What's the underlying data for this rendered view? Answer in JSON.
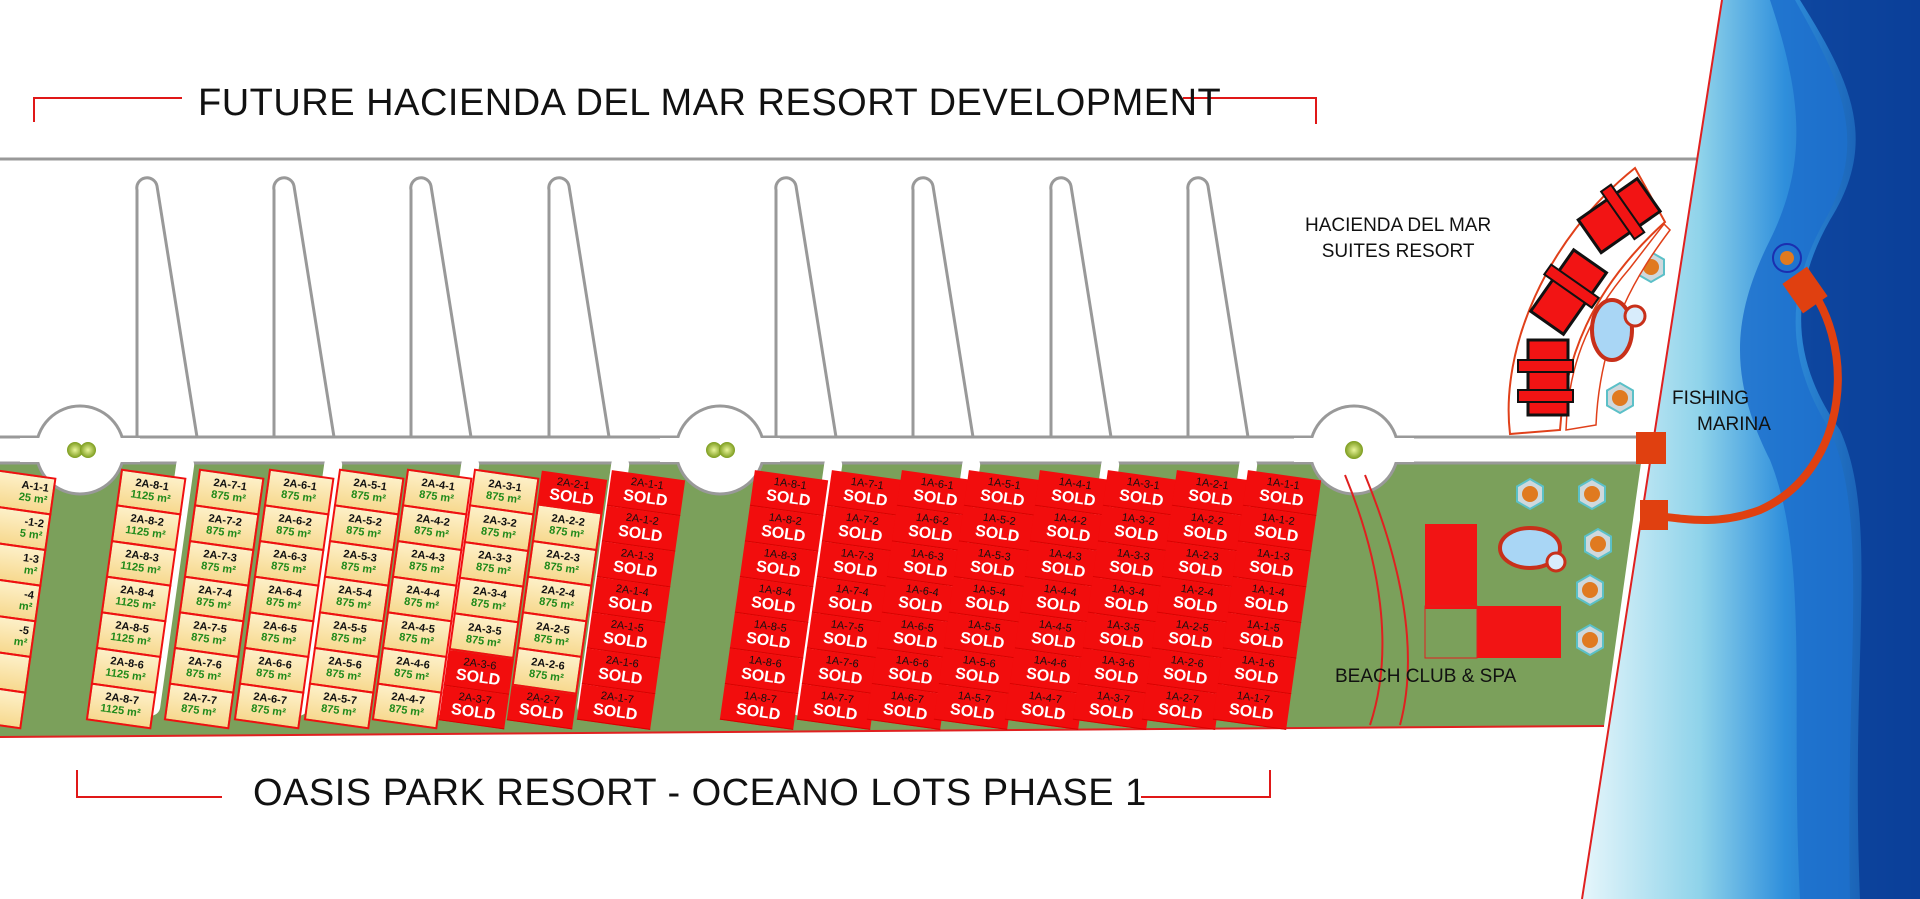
{
  "titles": {
    "top": "FUTURE HACIENDA DEL MAR RESORT DEVELOPMENT",
    "bottom": "OASIS PARK RESORT - OCEANO LOTS PHASE 1"
  },
  "labels": {
    "hotel_line1": "HACIENDA DEL MAR",
    "hotel_line2": "SUITES RESORT",
    "marina_line1": "FISHING",
    "marina_line2": "MARINA",
    "beach_club": "BEACH CLUB & SPA"
  },
  "sold_label": "SOLD",
  "colors": {
    "sold": "#f20d0d",
    "available": "#f7d98f",
    "grass": "#7ba05b",
    "border": "#f01010",
    "ocean_dark": "#0a4fa8"
  },
  "columns": [
    {
      "id": "partial",
      "lots": [
        {
          "label": "A-1-1",
          "area": "25 m²"
        },
        {
          "label": "-1-2",
          "area": "5 m²"
        },
        {
          "label": "1-3",
          "area": "m²"
        },
        {
          "label": "-4",
          "area": "m²"
        },
        {
          "label": "-5",
          "area": "m²"
        },
        {
          "label": "",
          "area": ""
        },
        {
          "label": "",
          "area": ""
        }
      ]
    },
    {
      "id": "2A-8",
      "lots": [
        {
          "label": "2A-8-1",
          "area": "1125 m²"
        },
        {
          "label": "2A-8-2",
          "area": "1125 m²"
        },
        {
          "label": "2A-8-3",
          "area": "1125 m²"
        },
        {
          "label": "2A-8-4",
          "area": "1125 m²"
        },
        {
          "label": "2A-8-5",
          "area": "1125 m²"
        },
        {
          "label": "2A-8-6",
          "area": "1125 m²"
        },
        {
          "label": "2A-8-7",
          "area": "1125 m²"
        }
      ]
    },
    {
      "id": "2A-7",
      "lots": [
        {
          "label": "2A-7-1",
          "area": "875 m²"
        },
        {
          "label": "2A-7-2",
          "area": "875 m²"
        },
        {
          "label": "2A-7-3",
          "area": "875 m²"
        },
        {
          "label": "2A-7-4",
          "area": "875 m²"
        },
        {
          "label": "2A-7-5",
          "area": "875 m²"
        },
        {
          "label": "2A-7-6",
          "area": "875 m²"
        },
        {
          "label": "2A-7-7",
          "area": "875 m²"
        }
      ]
    },
    {
      "id": "2A-6",
      "lots": [
        {
          "label": "2A-6-1",
          "area": "875 m²"
        },
        {
          "label": "2A-6-2",
          "area": "875 m²"
        },
        {
          "label": "2A-6-3",
          "area": "875 m²"
        },
        {
          "label": "2A-6-4",
          "area": "875 m²"
        },
        {
          "label": "2A-6-5",
          "area": "875 m²"
        },
        {
          "label": "2A-6-6",
          "area": "875 m²"
        },
        {
          "label": "2A-6-7",
          "area": "875 m²"
        }
      ]
    },
    {
      "id": "2A-5",
      "lots": [
        {
          "label": "2A-5-1",
          "area": "875 m²"
        },
        {
          "label": "2A-5-2",
          "area": "875 m²"
        },
        {
          "label": "2A-5-3",
          "area": "875 m²"
        },
        {
          "label": "2A-5-4",
          "area": "875 m²"
        },
        {
          "label": "2A-5-5",
          "area": "875 m²"
        },
        {
          "label": "2A-5-6",
          "area": "875 m²"
        },
        {
          "label": "2A-5-7",
          "area": "875 m²"
        }
      ]
    },
    {
      "id": "2A-4",
      "lots": [
        {
          "label": "2A-4-1",
          "area": "875 m²"
        },
        {
          "label": "2A-4-2",
          "area": "875 m²"
        },
        {
          "label": "2A-4-3",
          "area": "875 m²"
        },
        {
          "label": "2A-4-4",
          "area": "875 m²"
        },
        {
          "label": "2A-4-5",
          "area": "875 m²"
        },
        {
          "label": "2A-4-6",
          "area": "875 m²"
        },
        {
          "label": "2A-4-7",
          "area": "875 m²"
        }
      ]
    },
    {
      "id": "2A-3",
      "lots": [
        {
          "label": "2A-3-1",
          "area": "875 m²"
        },
        {
          "label": "2A-3-2",
          "area": "875 m²"
        },
        {
          "label": "2A-3-3",
          "area": "875 m²"
        },
        {
          "label": "2A-3-4",
          "area": "875 m²"
        },
        {
          "label": "2A-3-5",
          "area": "875 m²"
        },
        {
          "label": "2A-3-6",
          "sold": true
        },
        {
          "label": "2A-3-7",
          "sold": true
        }
      ]
    },
    {
      "id": "2A-2",
      "lots": [
        {
          "label": "2A-2-1",
          "sold": true
        },
        {
          "label": "2A-2-2",
          "area": "875 m²"
        },
        {
          "label": "2A-2-3",
          "area": "875 m²"
        },
        {
          "label": "2A-2-4",
          "area": "875 m²"
        },
        {
          "label": "2A-2-5",
          "area": "875 m²"
        },
        {
          "label": "2A-2-6",
          "area": "875 m²"
        },
        {
          "label": "2A-2-7",
          "sold": true
        }
      ]
    },
    {
      "id": "2A-1",
      "lots": [
        {
          "label": "2A-1-1",
          "sold": true
        },
        {
          "label": "2A-1-2",
          "sold": true
        },
        {
          "label": "2A-1-3",
          "sold": true
        },
        {
          "label": "2A-1-4",
          "sold": true
        },
        {
          "label": "2A-1-5",
          "sold": true
        },
        {
          "label": "2A-1-6",
          "sold": true
        },
        {
          "label": "2A-1-7",
          "sold": true
        }
      ]
    },
    {
      "id": "1A-8",
      "lots": [
        {
          "label": "1A-8-1",
          "sold": true
        },
        {
          "label": "1A-8-2",
          "sold": true
        },
        {
          "label": "1A-8-3",
          "sold": true
        },
        {
          "label": "1A-8-4",
          "sold": true
        },
        {
          "label": "1A-8-5",
          "sold": true
        },
        {
          "label": "1A-8-6",
          "sold": true
        },
        {
          "label": "1A-8-7",
          "sold": true
        }
      ]
    },
    {
      "id": "1A-7",
      "lots": [
        {
          "label": "1A-7-1",
          "sold": true
        },
        {
          "label": "1A-7-2",
          "sold": true
        },
        {
          "label": "1A-7-3",
          "sold": true
        },
        {
          "label": "1A-7-4",
          "sold": true
        },
        {
          "label": "1A-7-5",
          "sold": true
        },
        {
          "label": "1A-7-6",
          "sold": true
        },
        {
          "label": "1A-7-7",
          "sold": true
        }
      ]
    },
    {
      "id": "1A-6",
      "lots": [
        {
          "label": "1A-6-1",
          "sold": true
        },
        {
          "label": "1A-6-2",
          "sold": true
        },
        {
          "label": "1A-6-3",
          "sold": true
        },
        {
          "label": "1A-6-4",
          "sold": true
        },
        {
          "label": "1A-6-5",
          "sold": true
        },
        {
          "label": "1A-6-6",
          "sold": true
        },
        {
          "label": "1A-6-7",
          "sold": true
        }
      ]
    },
    {
      "id": "1A-5",
      "lots": [
        {
          "label": "1A-5-1",
          "sold": true
        },
        {
          "label": "1A-5-2",
          "sold": true
        },
        {
          "label": "1A-5-3",
          "sold": true
        },
        {
          "label": "1A-5-4",
          "sold": true
        },
        {
          "label": "1A-5-5",
          "sold": true
        },
        {
          "label": "1A-5-6",
          "sold": true
        },
        {
          "label": "1A-5-7",
          "sold": true
        }
      ]
    },
    {
      "id": "1A-4",
      "lots": [
        {
          "label": "1A-4-1",
          "sold": true
        },
        {
          "label": "1A-4-2",
          "sold": true
        },
        {
          "label": "1A-4-3",
          "sold": true
        },
        {
          "label": "1A-4-4",
          "sold": true
        },
        {
          "label": "1A-4-5",
          "sold": true
        },
        {
          "label": "1A-4-6",
          "sold": true
        },
        {
          "label": "1A-4-7",
          "sold": true
        }
      ]
    },
    {
      "id": "1A-3",
      "lots": [
        {
          "label": "1A-3-1",
          "sold": true
        },
        {
          "label": "1A-3-2",
          "sold": true
        },
        {
          "label": "1A-3-3",
          "sold": true
        },
        {
          "label": "1A-3-4",
          "sold": true
        },
        {
          "label": "1A-3-5",
          "sold": true
        },
        {
          "label": "1A-3-6",
          "sold": true
        },
        {
          "label": "1A-3-7",
          "sold": true
        }
      ]
    },
    {
      "id": "1A-2",
      "lots": [
        {
          "label": "1A-2-1",
          "sold": true
        },
        {
          "label": "1A-2-2",
          "sold": true
        },
        {
          "label": "1A-2-3",
          "sold": true
        },
        {
          "label": "1A-2-4",
          "sold": true
        },
        {
          "label": "1A-2-5",
          "sold": true
        },
        {
          "label": "1A-2-6",
          "sold": true
        },
        {
          "label": "1A-2-7",
          "sold": true
        }
      ]
    },
    {
      "id": "1A-1",
      "lots": [
        {
          "label": "1A-1-1",
          "sold": true
        },
        {
          "label": "1A-1-2",
          "sold": true
        },
        {
          "label": "1A-1-3",
          "sold": true
        },
        {
          "label": "1A-1-4",
          "sold": true
        },
        {
          "label": "1A-1-5",
          "sold": true
        },
        {
          "label": "1A-1-6",
          "sold": true
        },
        {
          "label": "1A-1-7",
          "sold": true
        }
      ]
    }
  ]
}
